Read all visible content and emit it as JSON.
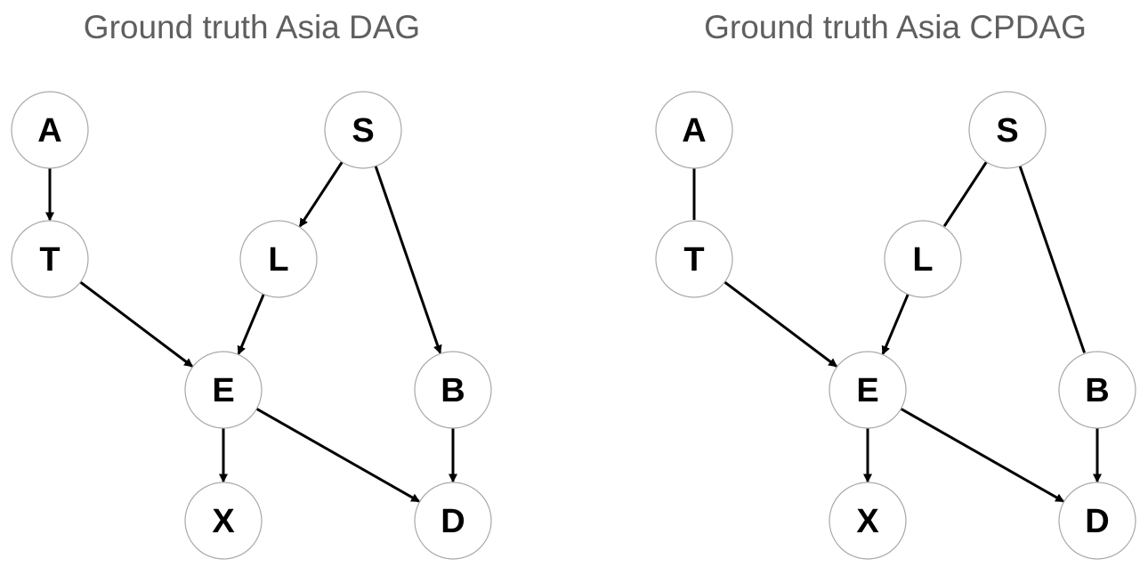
{
  "panels": [
    {
      "title": "Ground truth Asia DAG",
      "nodes": [
        {
          "id": "A",
          "label": "A"
        },
        {
          "id": "S",
          "label": "S"
        },
        {
          "id": "T",
          "label": "T"
        },
        {
          "id": "L",
          "label": "L"
        },
        {
          "id": "E",
          "label": "E"
        },
        {
          "id": "B",
          "label": "B"
        },
        {
          "id": "X",
          "label": "X"
        },
        {
          "id": "D",
          "label": "D"
        }
      ],
      "edges": [
        {
          "from": "A",
          "to": "T",
          "directed": true
        },
        {
          "from": "S",
          "to": "L",
          "directed": true
        },
        {
          "from": "S",
          "to": "B",
          "directed": true
        },
        {
          "from": "T",
          "to": "E",
          "directed": true
        },
        {
          "from": "L",
          "to": "E",
          "directed": true
        },
        {
          "from": "E",
          "to": "X",
          "directed": true
        },
        {
          "from": "E",
          "to": "D",
          "directed": true
        },
        {
          "from": "B",
          "to": "D",
          "directed": true
        }
      ]
    },
    {
      "title": "Ground truth Asia CPDAG",
      "nodes": [
        {
          "id": "A",
          "label": "A"
        },
        {
          "id": "S",
          "label": "S"
        },
        {
          "id": "T",
          "label": "T"
        },
        {
          "id": "L",
          "label": "L"
        },
        {
          "id": "E",
          "label": "E"
        },
        {
          "id": "B",
          "label": "B"
        },
        {
          "id": "X",
          "label": "X"
        },
        {
          "id": "D",
          "label": "D"
        }
      ],
      "edges": [
        {
          "from": "A",
          "to": "T",
          "directed": false
        },
        {
          "from": "S",
          "to": "L",
          "directed": false
        },
        {
          "from": "S",
          "to": "B",
          "directed": false
        },
        {
          "from": "T",
          "to": "E",
          "directed": true
        },
        {
          "from": "L",
          "to": "E",
          "directed": true
        },
        {
          "from": "E",
          "to": "X",
          "directed": true
        },
        {
          "from": "E",
          "to": "D",
          "directed": true
        },
        {
          "from": "B",
          "to": "D",
          "directed": true
        }
      ]
    }
  ]
}
